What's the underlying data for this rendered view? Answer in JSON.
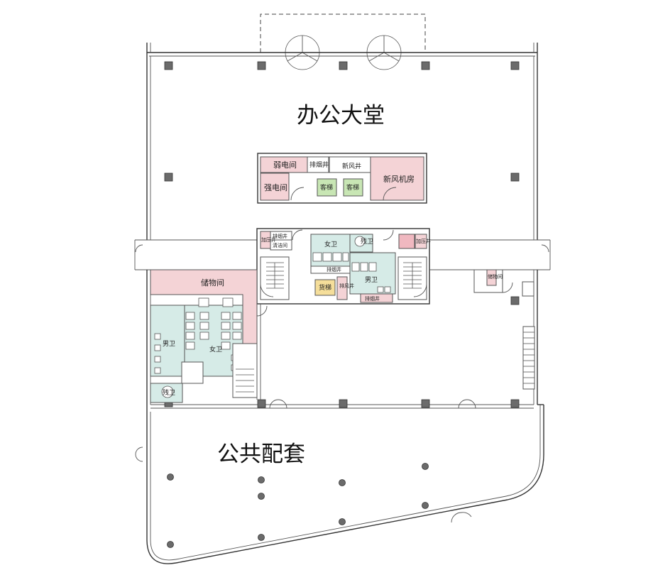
{
  "colors": {
    "pink_room": "#f4d3d6",
    "pink_strong": "#f0b8c0",
    "green_room": "#c8e6b4",
    "teal_room": "#d6ebe7",
    "yellow_room": "#f5de9a",
    "column": "#6b6b6b",
    "wall": "#333333"
  },
  "zones": {
    "office_lobby": "办公大堂",
    "public_facilities": "公共配套"
  },
  "core": {
    "weak_current_room": "弱电间",
    "strong_current_room": "强电间",
    "smoke_exhaust_shaft": "排烟井",
    "fresh_air_shaft": "新风井",
    "fresh_air_machine_room": "新风机房",
    "passenger_elevator_1": "客梯",
    "passenger_elevator_2": "客梯"
  },
  "service_core": {
    "pressurization_shaft_left": "加压井",
    "smoke_exhaust_left": "排烟井",
    "cleaning_room": "清洁间",
    "womens_restroom": "女卫",
    "accessible_restroom": "残卫",
    "pressurization_shaft_right": "加压井",
    "smoke_exhaust_mid": "排烟井",
    "freight_elevator": "货梯",
    "exhaust_shaft": "排风井",
    "mens_restroom": "男卫",
    "smoke_exhaust_bottom": "排烟井",
    "side_storage": "储物间"
  },
  "west_block": {
    "storage_room": "储物间",
    "mens_restroom": "男卫",
    "womens_restroom": "女卫",
    "accessible_restroom": "残卫"
  }
}
